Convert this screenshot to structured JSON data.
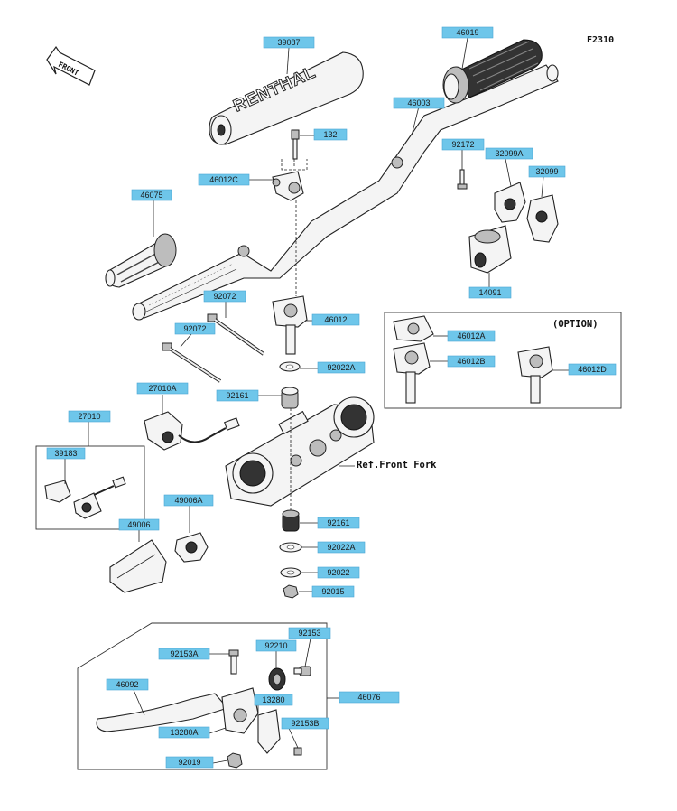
{
  "diagram_code": "F2310",
  "front_label": "FRONT",
  "option_label": "(OPTION)",
  "ref_label": "Ref.Front Fork",
  "brand_text": "RENTHAL",
  "colors": {
    "label_fill": "#6ec6ea",
    "line": "#222222"
  },
  "labels": {
    "p39087": "39087",
    "p46019": "46019",
    "p46003": "46003",
    "p132": "132",
    "p46012C": "46012C",
    "p92172": "92172",
    "p32099A": "32099A",
    "p32099": "32099",
    "p46075": "46075",
    "p14091": "14091",
    "p92072a": "92072",
    "p92072b": "92072",
    "p46012": "46012",
    "p46012A": "46012A",
    "p46012B": "46012B",
    "p46012D": "46012D",
    "p92022A_top": "92022A",
    "p27010A": "27010A",
    "p92161_top": "92161",
    "p27010": "27010",
    "p39183": "39183",
    "p49006A": "49006A",
    "p49006": "49006",
    "p92161_bot": "92161",
    "p92022A_bot": "92022A",
    "p92022": "92022",
    "p92015": "92015",
    "p92153A": "92153A",
    "p92210": "92210",
    "p92153": "92153",
    "p46092": "46092",
    "p13280": "13280",
    "p46076": "46076",
    "p13280A": "13280A",
    "p92153B": "92153B",
    "p92019": "92019"
  }
}
